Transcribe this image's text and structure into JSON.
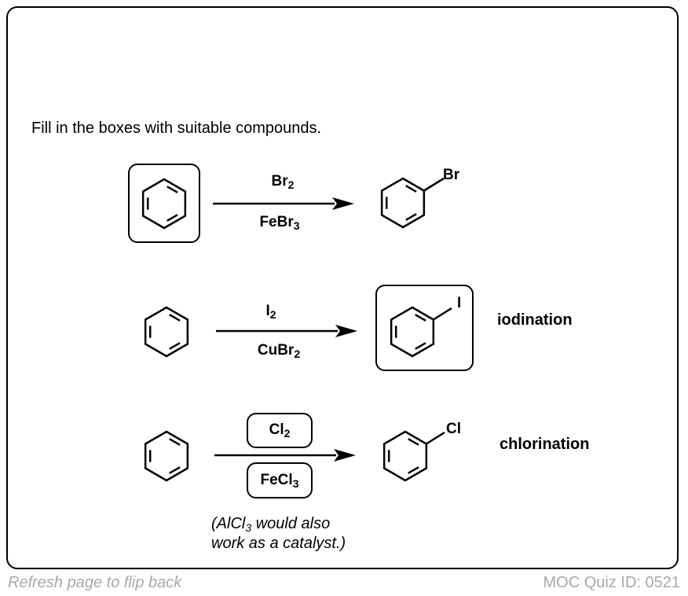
{
  "instruction": "Fill in the boxes with suitable compounds.",
  "reactions": [
    {
      "reactant": "benzene",
      "reactant_boxed": true,
      "reagent_top": {
        "main": "Br",
        "sub": "2"
      },
      "reagent_bottom": {
        "main": "FeBr",
        "sub": "3"
      },
      "product": "bromobenzene",
      "product_substituent": "Br",
      "product_boxed": false,
      "label": ""
    },
    {
      "reactant": "benzene",
      "reactant_boxed": false,
      "reagent_top": {
        "main": "I",
        "sub": "2"
      },
      "reagent_bottom": {
        "main": "CuBr",
        "sub": "2"
      },
      "product": "iodobenzene",
      "product_substituent": "I",
      "product_boxed": true,
      "label": "iodination"
    },
    {
      "reactant": "benzene",
      "reactant_boxed": false,
      "reagent_top": {
        "main": "Cl",
        "sub": "2",
        "boxed": true
      },
      "reagent_bottom": {
        "main": "FeCl",
        "sub": "3",
        "boxed": true
      },
      "product": "chlorobenzene",
      "product_substituent": "Cl",
      "product_boxed": false,
      "label": "chlorination"
    }
  ],
  "note": {
    "line1_pre": "(AlCl",
    "line1_sub": "3",
    "line1_post": " would also",
    "line2": "work as a catalyst.)"
  },
  "footer": {
    "left": "Refresh page to flip back",
    "right": "MOC Quiz ID: 0521"
  },
  "colors": {
    "border": "#000000",
    "footer_text": "#a8a8a8"
  }
}
